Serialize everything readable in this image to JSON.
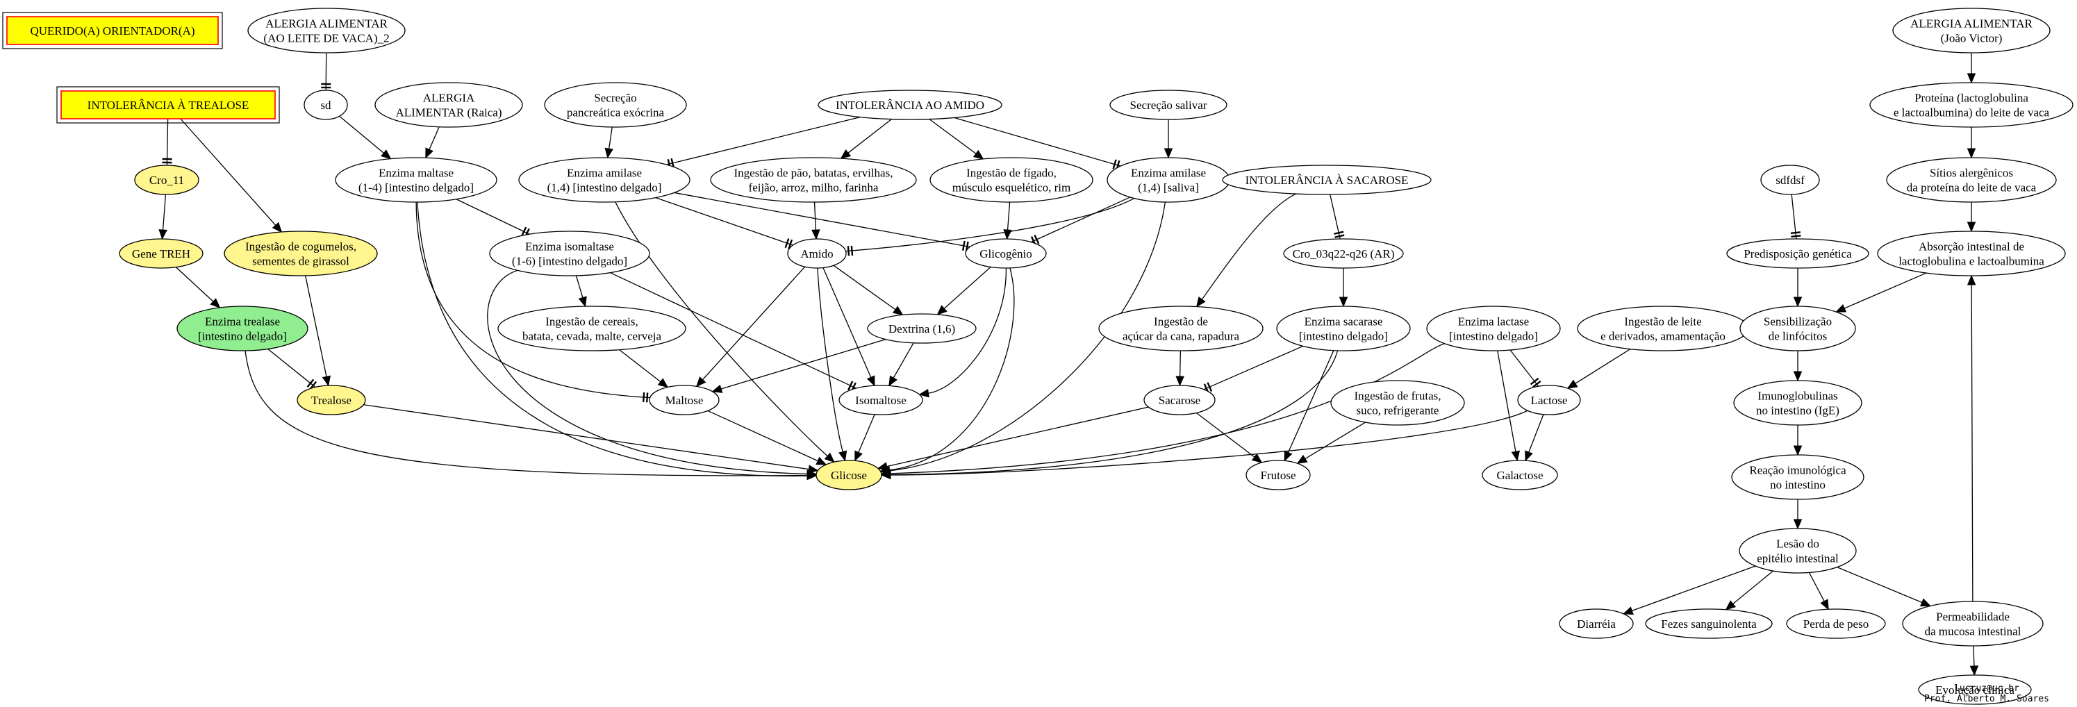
{
  "colors": {
    "yellow_box": "#ffff00",
    "box_border": "#ff0000",
    "box_text": "#ff0000",
    "highlight_node": "#fff68f",
    "green_node": "#90ee90",
    "white_node": "#ffffff"
  },
  "nodes": {
    "querido": "QUERIDO(A) ORIENTADOR(A)",
    "intol_trealose": "INTOLERÂNCIA À TREALOSE",
    "cro11": "Cro_11",
    "gene_treh": "Gene TREH",
    "ing_cogumelos": [
      "Ingestão de cogumelos,",
      "sementes de girassol"
    ],
    "enzima_trealase": [
      "Enzima trealase",
      "[intestino delgado]"
    ],
    "trealose": "Trealose",
    "alergia_vaca2": [
      "ALERGIA ALIMENTAR",
      "(AO LEITE DE VACA)_2"
    ],
    "sd": "sd",
    "alergia_raica": [
      "ALERGIA",
      "ALIMENTAR (Raica)"
    ],
    "enzima_maltase": [
      "Enzima maltase",
      "(1-4) [intestino delgado]"
    ],
    "secrecao_pancreatica": [
      "Secreção",
      "pancreática exócrina"
    ],
    "enzima_amilase_int": [
      "Enzima amilase",
      "(1,4) [intestino delgado]"
    ],
    "intol_amido": "INTOLERÂNCIA AO AMIDO",
    "ing_pao": [
      "Ingestão de pão, batatas, ervilhas,",
      "feijão, arroz, milho, farinha"
    ],
    "ing_figado": [
      "Ingestão de fígado,",
      "músculo esquelético, rim"
    ],
    "secrecao_salivar": "Secreção salivar",
    "enzima_amilase_sal": [
      "Enzima amilase",
      "(1,4) [saliva]"
    ],
    "enzima_isomaltase": [
      "Enzima isomaltase",
      "(1-6) [intestino delgado]"
    ],
    "amido": "Amido",
    "glicogenio": "Glicogênio",
    "ing_cereais": [
      "Ingestão de cereais,",
      "batata, cevada, malte, cerveja"
    ],
    "dextrina": "Dextrina (1,6)",
    "maltose": "Maltose",
    "isomaltose": "Isomaltose",
    "glicose": "Glicose",
    "intol_sacarose": "INTOLERÂNCIA À SACAROSE",
    "cro03": "Cro_03q22-q26 (AR)",
    "ing_acucar": [
      "Ingestão de",
      "açúcar da cana, rapadura"
    ],
    "enzima_sacarase": [
      "Enzima sacarase",
      "[intestino delgado]"
    ],
    "enzima_lactase": [
      "Enzima lactase",
      "[intestino delgado]"
    ],
    "ing_leite": [
      "Ingestão de leite",
      "e derivados, amamentação"
    ],
    "sacarose": "Sacarose",
    "ing_frutas": [
      "Ingestão de frutas,",
      "suco, refrigerante"
    ],
    "lactose": "Lactose",
    "frutose": "Frutose",
    "galactose": "Galactose",
    "alergia_joao": [
      "ALERGIA ALIMENTAR",
      "(João Victor)"
    ],
    "proteina": [
      "Proteína (lactoglobulina",
      "e lactoalbumina) do leite de vaca"
    ],
    "sitios": [
      "Sítios alergênicos",
      "da proteína do leite de vaca"
    ],
    "sdfdsf": "sdfdsf",
    "absorcao": [
      "Absorção intestinal de",
      "lactoglobulina e lactoalbumina"
    ],
    "predisposicao": "Predisposição genética",
    "sensibilizacao": [
      "Sensibilização",
      "de linfócitos"
    ],
    "imunoglobulinas": [
      "Imunoglobulinas",
      "no intestino (IgE)"
    ],
    "reacao": [
      "Reação imunológica",
      "no intestino"
    ],
    "lesao": [
      "Lesão do",
      "epitélio intestinal"
    ],
    "diarreia": "Diarréia",
    "fezes": "Fezes sanguinolenta",
    "perda_peso": "Perda de peso",
    "permeabilidade": [
      "Permeabilidade",
      "da mucosa intestinal"
    ],
    "evolucao": "Evolução clínica"
  },
  "credit": {
    "line1": "lucruz@uc.br",
    "line2": "Prof. Alberto M. Soares"
  }
}
